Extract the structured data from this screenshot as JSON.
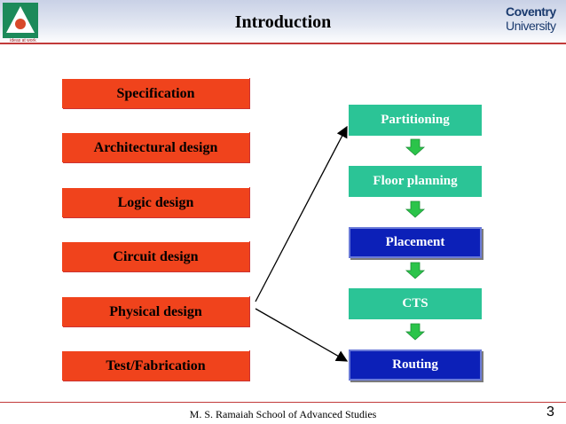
{
  "header": {
    "title": "Introduction",
    "left_logo_caption": "ideas at work",
    "right_logo_line1": "Coventry",
    "right_logo_line2": "University"
  },
  "flow_left": [
    {
      "label": "Specification"
    },
    {
      "label": "Architectural design"
    },
    {
      "label": "Logic design"
    },
    {
      "label": "Circuit design"
    },
    {
      "label": "Physical design"
    },
    {
      "label": "Test/Fabrication"
    }
  ],
  "flow_right": [
    {
      "label": "Partitioning",
      "style": "teal"
    },
    {
      "label": "Floor planning",
      "style": "teal"
    },
    {
      "label": "Placement",
      "style": "blue"
    },
    {
      "label": "CTS",
      "style": "teal"
    },
    {
      "label": "Routing",
      "style": "blue"
    }
  ],
  "footer": {
    "institution": "M. S. Ramaiah School of Advanced Studies",
    "page_number": "3"
  },
  "colors": {
    "left_box": "#f0431c",
    "teal_box": "#2bc496",
    "blue_box": "#0c20b8",
    "down_arrow": "#2bc44a",
    "accent_line": "#c23a3a"
  }
}
